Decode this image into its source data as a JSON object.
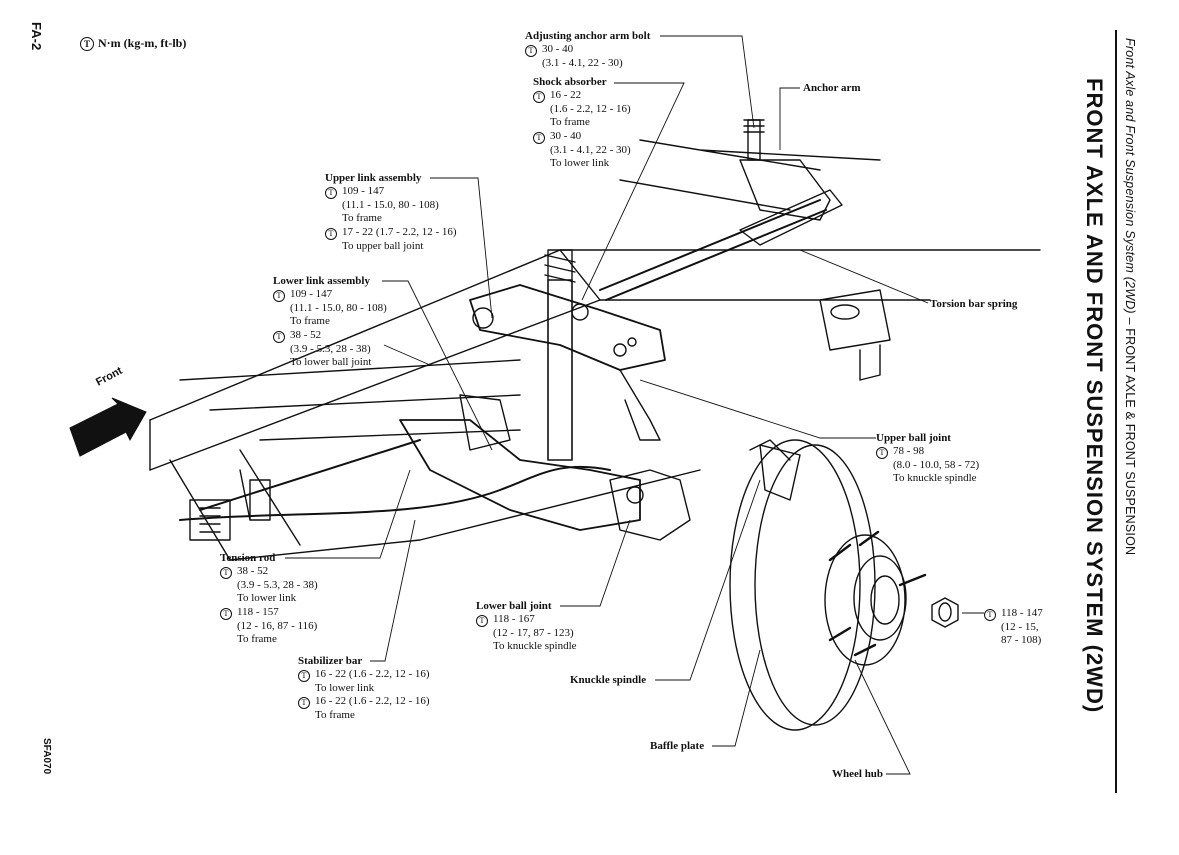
{
  "page_code": "FA-2",
  "legend": {
    "symbol": "T",
    "text": "N·m (kg-m, ft-lb)"
  },
  "header": {
    "title": "FRONT AXLE AND FRONT SUSPENSION SYSTEM (2WD)",
    "subtitle_italic": "Front Axle and Front Suspension System (2WD)",
    "subtitle_rest": " – FRONT AXLE & FRONT SUSPENSION"
  },
  "figure_code": "SFA070",
  "front_label": "Front",
  "callouts": {
    "adjusting_anchor_arm_bolt": {
      "name": "Adjusting anchor arm bolt",
      "t1": "30 - 40",
      "t1_detail": "(3.1 - 4.1, 22 - 30)"
    },
    "shock_absorber": {
      "name": "Shock absorber",
      "t1": "16 - 22",
      "t1_detail": "(1.6 - 2.2, 12 - 16)",
      "t1_note": "To frame",
      "t2": "30 - 40",
      "t2_detail": "(3.1 - 4.1, 22 - 30)",
      "t2_note": "To lower link"
    },
    "upper_link_assembly": {
      "name": "Upper link assembly",
      "t1": "109 - 147",
      "t1_detail": "(11.1 - 15.0, 80 - 108)",
      "t1_note": "To frame",
      "t2": "17 - 22 (1.7 - 2.2, 12 - 16)",
      "t2_note": "To upper ball joint"
    },
    "lower_link_assembly": {
      "name": "Lower link assembly",
      "t1": "109 - 147",
      "t1_detail": "(11.1 - 15.0, 80 - 108)",
      "t1_note": "To frame",
      "t2": "38 - 52",
      "t2_detail": "(3.9 - 5.3, 28 - 38)",
      "t2_note": "To lower ball joint"
    },
    "anchor_arm": {
      "name": "Anchor arm"
    },
    "torsion_bar_spring": {
      "name": "Torsion bar spring"
    },
    "upper_ball_joint": {
      "name": "Upper ball joint",
      "t1": "78 - 98",
      "t1_detail": "(8.0 - 10.0, 58 - 72)",
      "t1_note": "To knuckle spindle"
    },
    "tension_rod": {
      "name": "Tension rod",
      "t1": "38 - 52",
      "t1_detail": "(3.9 - 5.3, 28 - 38)",
      "t1_note": "To lower link",
      "t2": "118 - 157",
      "t2_detail": "(12 - 16, 87 - 116)",
      "t2_note": "To frame"
    },
    "lower_ball_joint": {
      "name": "Lower ball joint",
      "t1": "118 - 167",
      "t1_detail": "(12 - 17, 87 - 123)",
      "t1_note": "To knuckle spindle"
    },
    "stabilizer_bar": {
      "name": "Stabilizer bar",
      "t1": "16 - 22 (1.6 - 2.2, 12 - 16)",
      "t1_note": "To lower link",
      "t2": "16 - 22 (1.6 - 2.2, 12 - 16)",
      "t2_note": "To frame"
    },
    "knuckle_spindle": {
      "name": "Knuckle spindle"
    },
    "baffle_plate": {
      "name": "Baffle plate"
    },
    "wheel_hub": {
      "name": "Wheel hub"
    },
    "wheel_nut_torque": {
      "t1": "118 - 147",
      "t1_detail": "(12 - 15,",
      "t1_detail2": "87 - 108)"
    }
  }
}
